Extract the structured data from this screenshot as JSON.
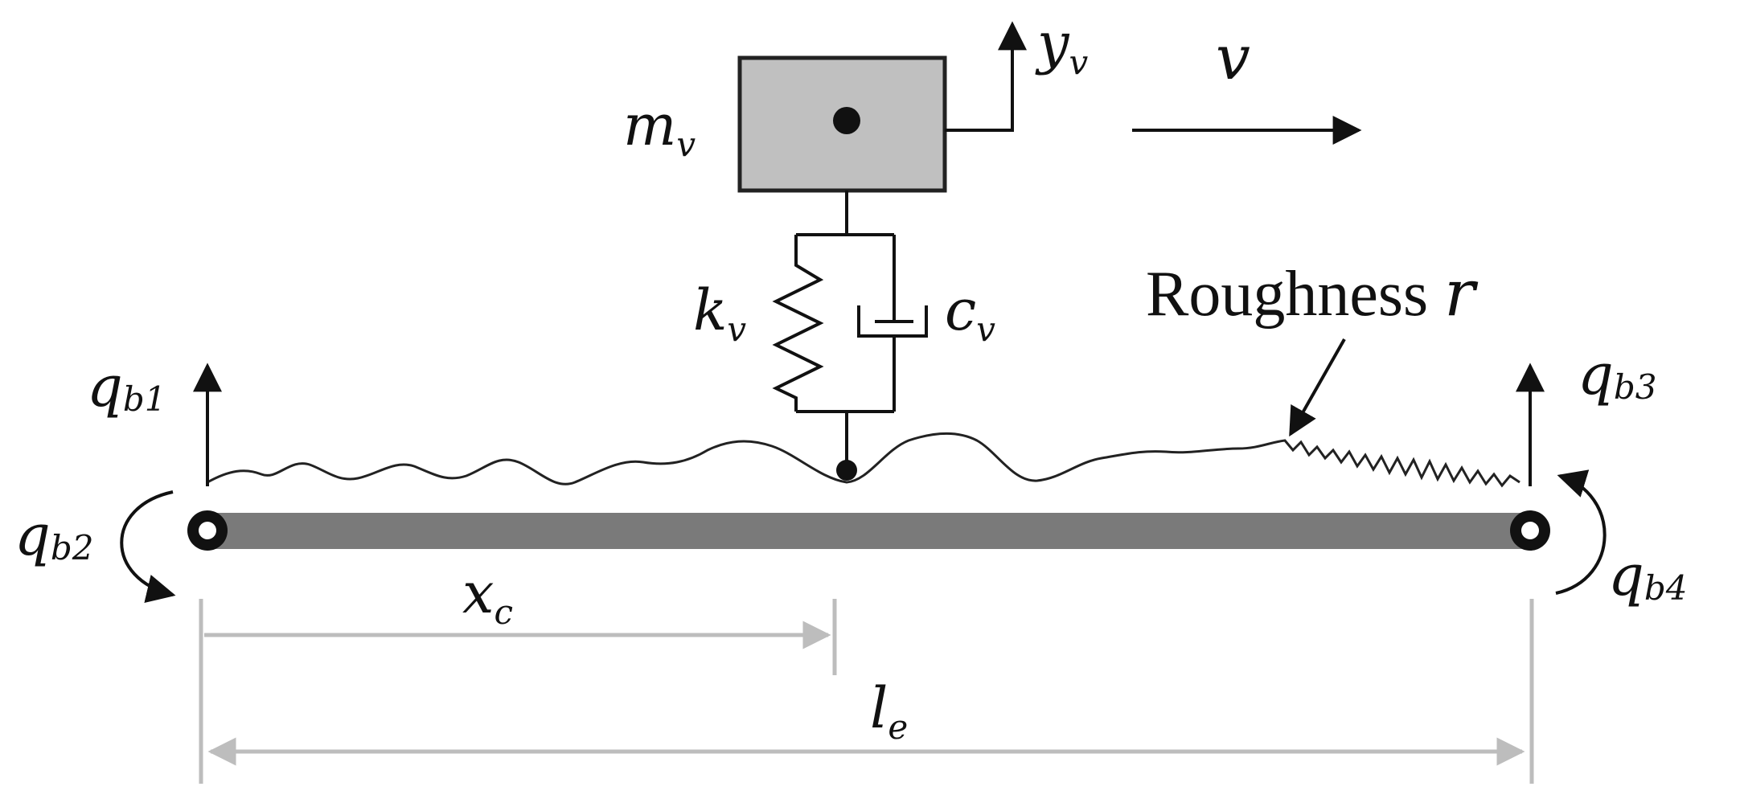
{
  "labels": {
    "mass": {
      "base": "m",
      "sub": "v"
    },
    "displacement": {
      "base": "y",
      "sub": "v"
    },
    "velocity": "v",
    "stiffness": {
      "base": "k",
      "sub": "v"
    },
    "damping": {
      "base": "c",
      "sub": "v"
    },
    "roughness": {
      "text": "Roughness ",
      "var": "r"
    },
    "q_b1": {
      "base": "q",
      "sub": "b1"
    },
    "q_b2": {
      "base": "q",
      "sub": "b2"
    },
    "q_b3": {
      "base": "q",
      "sub": "b3"
    },
    "q_b4": {
      "base": "q",
      "sub": "b4"
    },
    "contact_position": {
      "base": "x",
      "sub": "c"
    },
    "element_length": {
      "base": "l",
      "sub": "e"
    }
  },
  "colors": {
    "mass_fill": "#c0c0c0",
    "beam": "#7a7a7a",
    "dimension_lines": "#bdbdbd",
    "ink": "#111111"
  }
}
